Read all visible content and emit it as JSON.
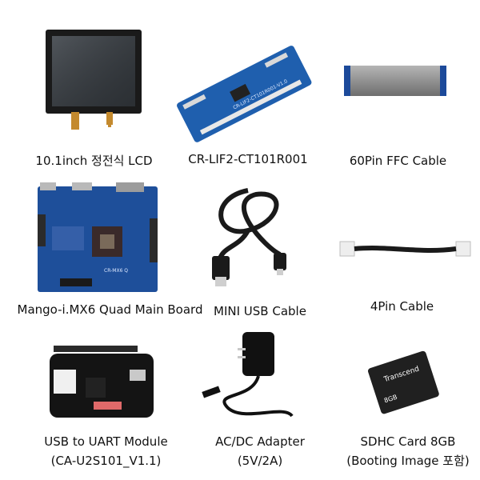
{
  "items": [
    {
      "id": "lcd",
      "label": "10.1inch 정전식 LCD"
    },
    {
      "id": "adapter-board",
      "label": "CR-LIF2-CT101R001",
      "board_text": "CR-LIF2-CT101R001-V1.0"
    },
    {
      "id": "ffc-cable",
      "label": "60Pin FFC Cable"
    },
    {
      "id": "main-board",
      "label": "Mango-i.MX6 Quad Main Board",
      "board_text": "CR-MX6 Q"
    },
    {
      "id": "usb-cable",
      "label": "MINI USB Cable"
    },
    {
      "id": "pin4-cable",
      "label": "4Pin Cable"
    },
    {
      "id": "uart-module",
      "label_line1": "USB to UART Module",
      "label_line2": "(CA-U2S101_V1.1)"
    },
    {
      "id": "ac-adapter",
      "label_line1": "AC/DC Adapter",
      "label_line2": "(5V/2A)"
    },
    {
      "id": "sd-card",
      "label_line1": "SDHC Card 8GB",
      "label_line2": "(Booting Image 포함)",
      "brand": "Transcend",
      "capacity": "8GB"
    }
  ]
}
